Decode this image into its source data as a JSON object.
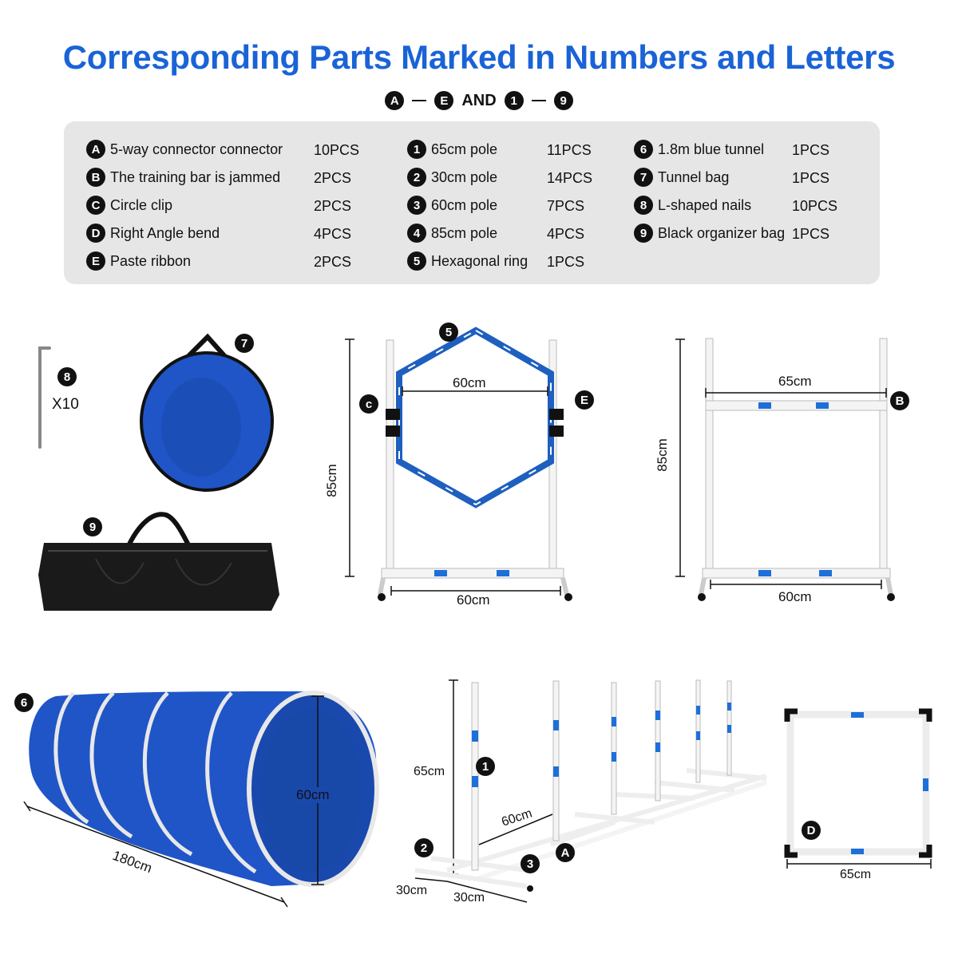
{
  "title": "Corresponding Parts Marked in Numbers and Letters",
  "subtitle": {
    "from_letter": "A",
    "to_letter": "E",
    "joiner": "AND",
    "from_number": "1",
    "to_number": "9"
  },
  "parts": {
    "letters": [
      {
        "key": "A",
        "name": "5-way connector connector",
        "qty": "10PCS"
      },
      {
        "key": "B",
        "name": "The training bar is jammed",
        "qty": "2PCS"
      },
      {
        "key": "C",
        "name": "Circle clip",
        "qty": "2PCS"
      },
      {
        "key": "D",
        "name": "Right Angle bend",
        "qty": "4PCS"
      },
      {
        "key": "E",
        "name": "Paste ribbon",
        "qty": "2PCS"
      }
    ],
    "numbers_a": [
      {
        "key": "1",
        "name": "65cm pole",
        "qty": "11PCS"
      },
      {
        "key": "2",
        "name": "30cm pole",
        "qty": "14PCS"
      },
      {
        "key": "3",
        "name": "60cm pole",
        "qty": "7PCS"
      },
      {
        "key": "4",
        "name": "85cm pole",
        "qty": "4PCS"
      },
      {
        "key": "5",
        "name": "Hexagonal ring",
        "qty": "1PCS"
      }
    ],
    "numbers_b": [
      {
        "key": "6",
        "name": "1.8m blue tunnel",
        "qty": "1PCS"
      },
      {
        "key": "7",
        "name": "Tunnel bag",
        "qty": "1PCS"
      },
      {
        "key": "8",
        "name": "L-shaped nails",
        "qty": "10PCS"
      },
      {
        "key": "9",
        "name": "Black organizer bag",
        "qty": "1PCS"
      }
    ]
  },
  "diagram": {
    "nails_count": "X10",
    "hoop": {
      "width_label": "60cm",
      "height_label": "85cm",
      "base_label": "60cm",
      "clip_label": "c",
      "ribbon_label": "E",
      "ring_label": "5"
    },
    "jump": {
      "width_label": "65cm",
      "height_label": "85cm",
      "base_label": "60cm",
      "bar_label": "B"
    },
    "tunnel": {
      "length_label": "180cm",
      "diameter_label": "60cm",
      "label": "6"
    },
    "weave": {
      "height_label": "65cm",
      "spacing_label": "60cm",
      "foot_a_label": "30cm",
      "foot_b_label": "30cm",
      "pole_label": "1",
      "foot_label": "2",
      "base_label": "3",
      "connector_label": "A"
    },
    "square": {
      "width_label": "65cm",
      "corner_label": "D"
    },
    "bag_label": "7",
    "nail_label": "8",
    "organizer_label": "9"
  },
  "colors": {
    "title": "#1a63d6",
    "tunnel": "#1f55c7",
    "stripe": "#1e6fd9",
    "legend_bg": "#e6e6e6"
  }
}
